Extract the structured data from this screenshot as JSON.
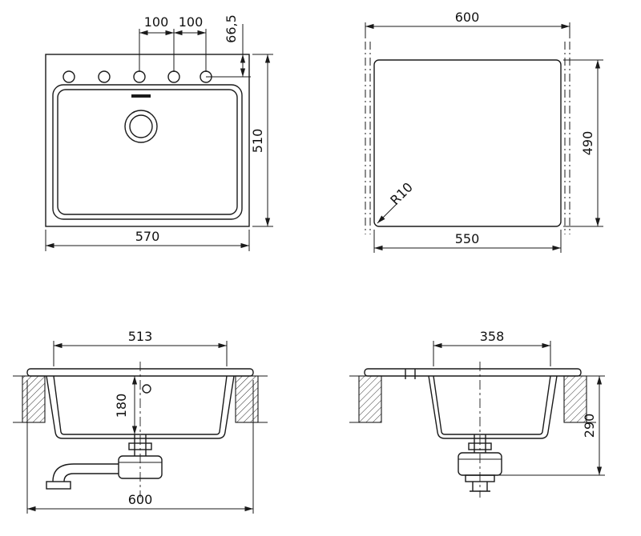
{
  "sheet": {
    "background": "#ffffff",
    "line_color": "#1a1a1a"
  },
  "views": {
    "top": {
      "label": "top-view",
      "dims": {
        "hole_spacing_left": "100",
        "hole_spacing_right": "100",
        "hole_edge_offset": "66,5",
        "depth": "510",
        "width": "570"
      }
    },
    "cutout": {
      "label": "cutout-plan-view",
      "dims": {
        "overall_width": "600",
        "depth": "490",
        "cut_width": "550",
        "corner_radius": "R10"
      }
    },
    "front_section": {
      "label": "front-section-view",
      "dims": {
        "bowl_width": "513",
        "bowl_depth": "180",
        "overall_width": "600"
      }
    },
    "side_section": {
      "label": "side-section-view",
      "dims": {
        "bowl_width": "358",
        "overall_height": "290"
      }
    }
  }
}
